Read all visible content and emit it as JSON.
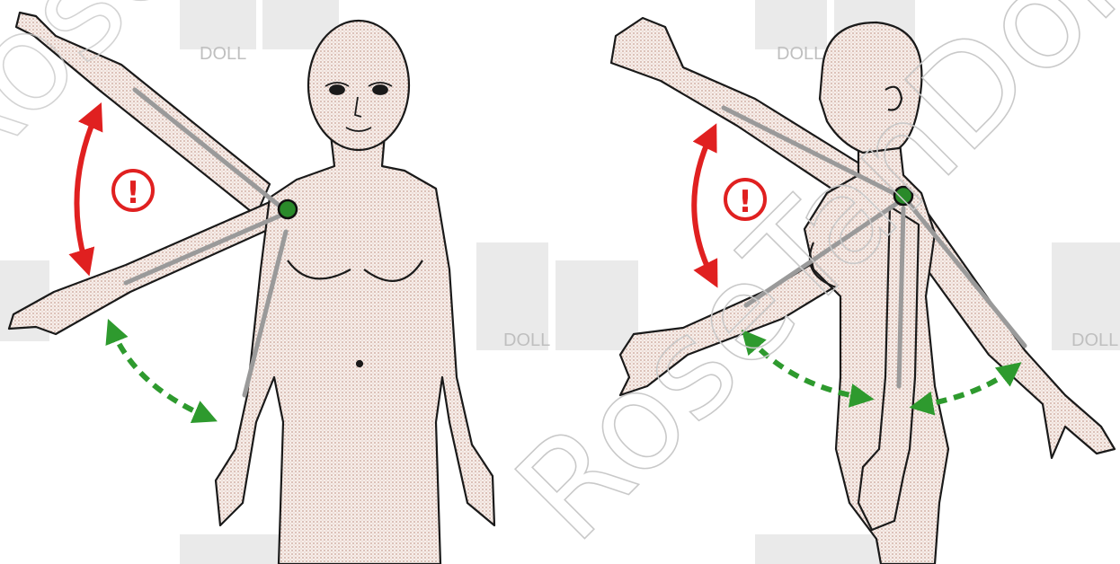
{
  "figures": [
    {
      "id": "front",
      "view": "front"
    },
    {
      "id": "side",
      "view": "side"
    }
  ],
  "markers": {
    "joint_color": "#2a8a2a",
    "joint_outline": "#111111",
    "warning_color": "#e02020",
    "warning_symbol": "!",
    "safe_arrow_color": "#2e9a2e",
    "limb_line_color": "#9a9a9a"
  },
  "watermarks": {
    "logo_text": "DOLL",
    "diagonal_text": "RoseTanDoll"
  }
}
